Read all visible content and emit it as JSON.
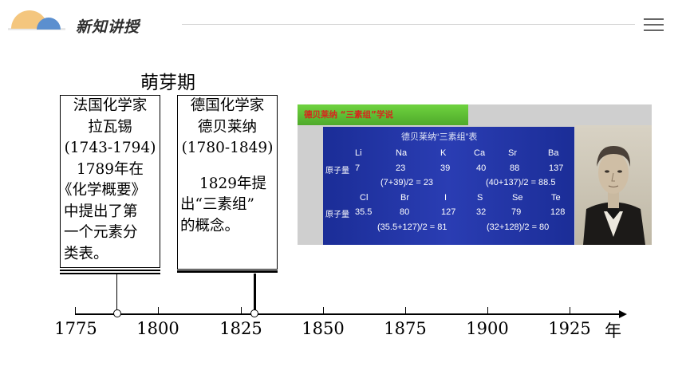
{
  "header": {
    "title": "新知讲授"
  },
  "period_label": "萌芽期",
  "lavoisier_box": {
    "line1": "法国化学家",
    "line2": "拉瓦锡",
    "line3": "(1743-1794)",
    "line4": "1789年在",
    "line5": "《化学概要》",
    "line6": "中提出了第",
    "line7": "一个元素分",
    "line8": "类表。"
  },
  "dobereiner_box": {
    "line1": "德国化学家",
    "line2": "德贝莱纳",
    "line3": "(1780-1849)",
    "line4": "1829年提",
    "line5": "出“三素组”",
    "line6": "的概念。"
  },
  "picture": {
    "header": "德贝莱纳 “三素组”学说",
    "table_title": "德贝莱纳“三素组”表",
    "row_label": "原子量",
    "group1": {
      "symbols": [
        "Li",
        "Na",
        "K"
      ],
      "masses": [
        "7",
        "23",
        "39"
      ],
      "formula": "(7+39)/2 = 23"
    },
    "group2": {
      "symbols": [
        "Ca",
        "Sr",
        "Ba"
      ],
      "masses": [
        "40",
        "88",
        "137"
      ],
      "formula": "(40+137)/2 = 88.5"
    },
    "group3": {
      "symbols": [
        "Cl",
        "Br",
        "I"
      ],
      "masses": [
        "35.5",
        "80",
        "127"
      ],
      "formula": "(35.5+127)/2 = 81"
    },
    "group4": {
      "symbols": [
        "S",
        "Se",
        "Te"
      ],
      "masses": [
        "32",
        "79",
        "128"
      ],
      "formula": "(32+128)/2 = 80"
    }
  },
  "timeline": {
    "years": [
      "1775",
      "1800",
      "1825",
      "1850",
      "1875",
      "1900",
      "1925"
    ],
    "unit": "年",
    "events": [
      1789,
      1829
    ]
  },
  "colors": {
    "sun": "#f4c67e",
    "blue": "#5b8fcf",
    "table_bg": "#1f32a0",
    "header_green": "#5cbf34",
    "header_red": "#d6261d"
  }
}
